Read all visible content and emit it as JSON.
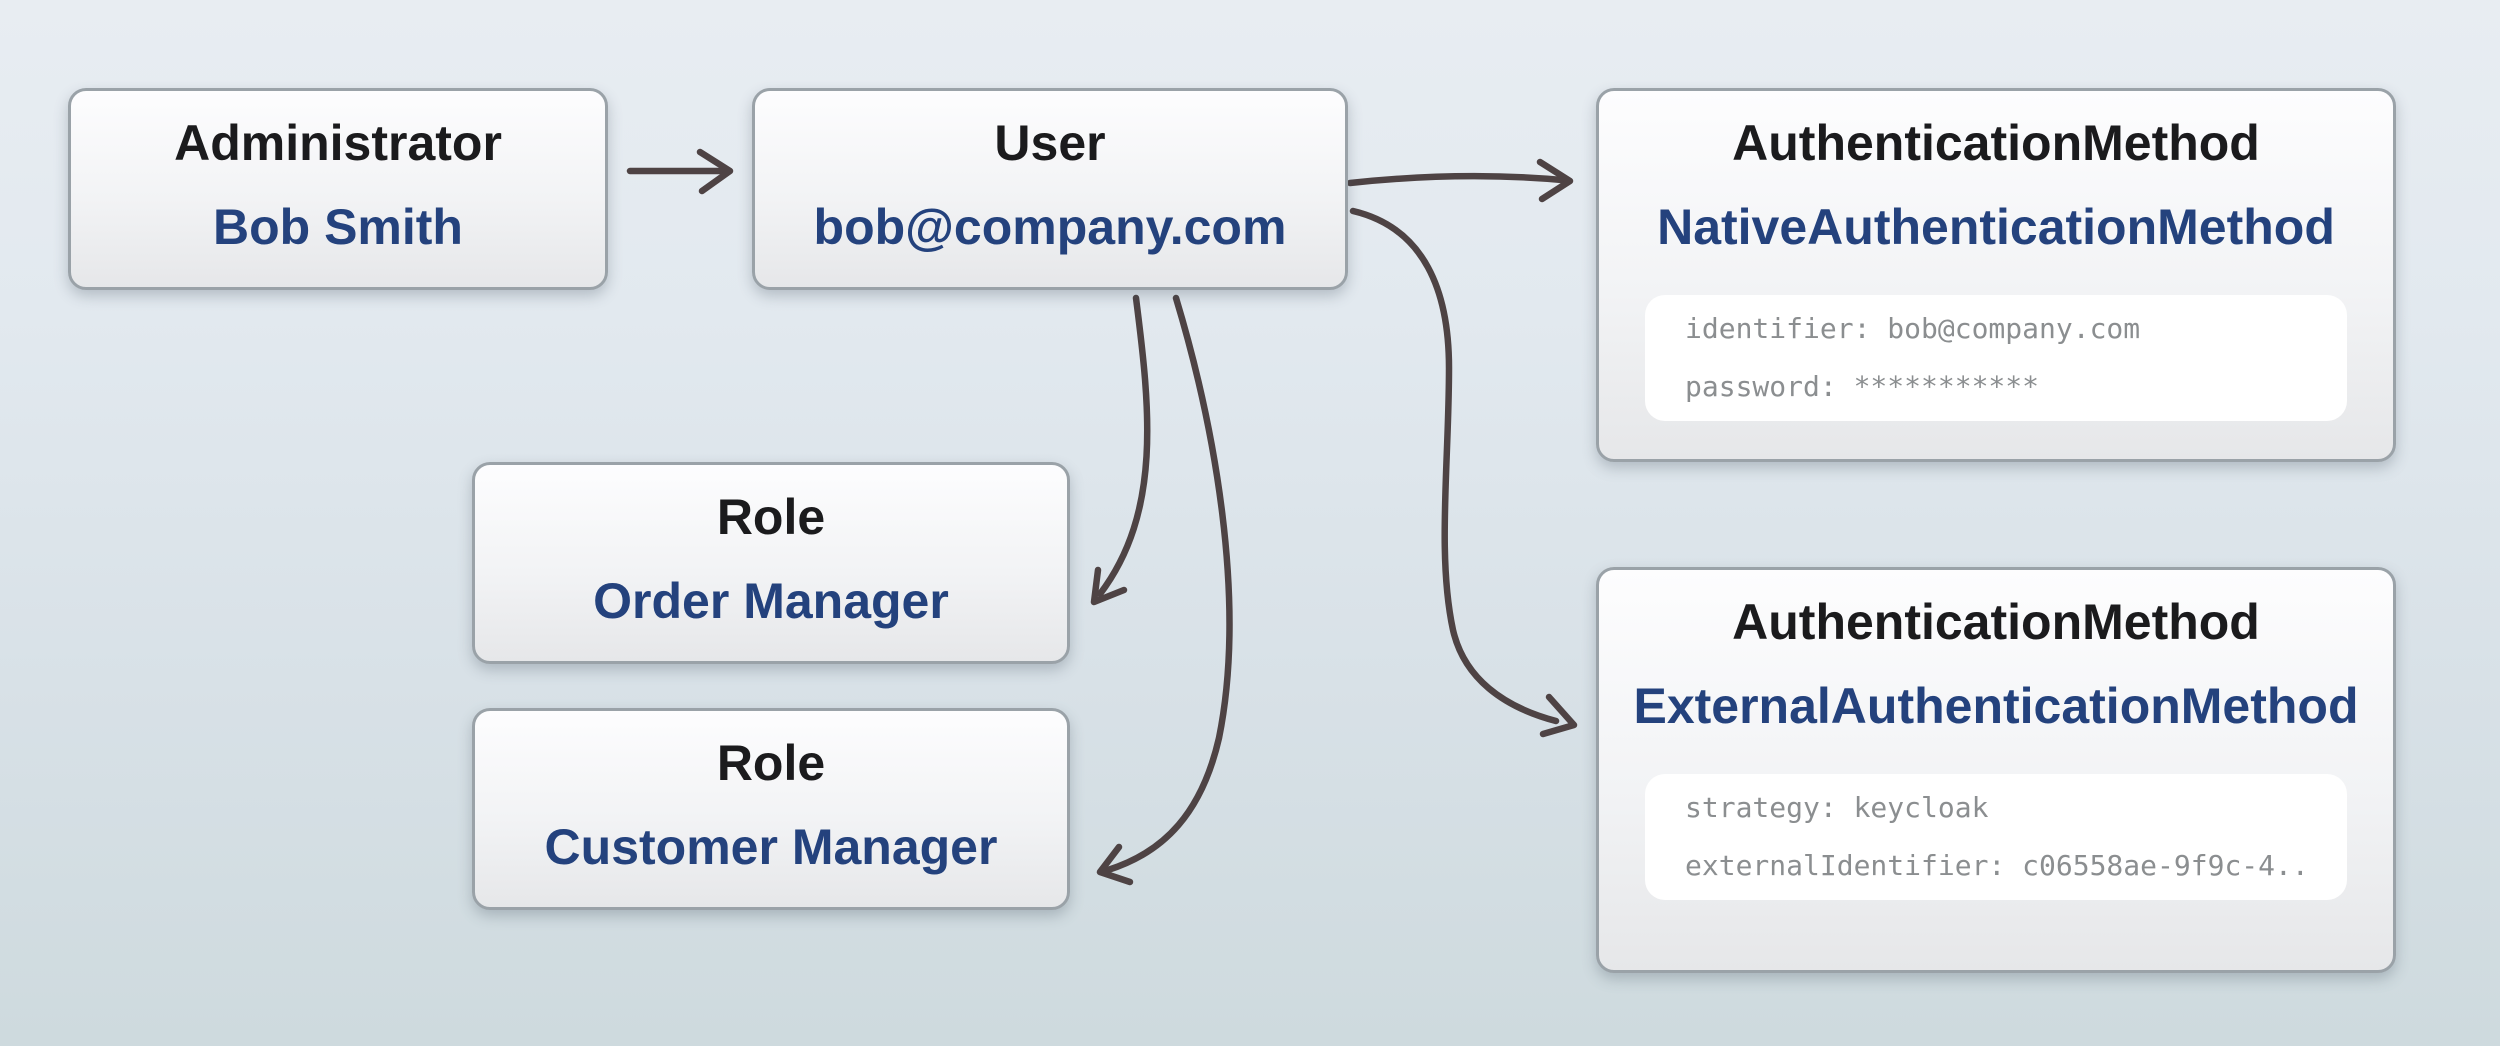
{
  "canvas": {
    "background_top": "#e8edf2",
    "background_bottom": "#cedade",
    "box_border_color": "#9aa2a8",
    "type_text_color": "#1b1b1d",
    "label_text_color": "#24427d",
    "attribute_text_color": "#8b8e90",
    "arrow_color": "#4e4344"
  },
  "nodes": {
    "administrator": {
      "type": "Administrator",
      "label": "Bob Smith"
    },
    "user": {
      "type": "User",
      "label": "bob@company.com"
    },
    "native_auth": {
      "type": "AuthenticationMethod",
      "label": "NativeAuthenticationMethod",
      "attributes": [
        "identifier: bob@company.com",
        "password: ***********"
      ]
    },
    "role_order": {
      "type": "Role",
      "label": "Order Manager"
    },
    "role_customer": {
      "type": "Role",
      "label": "Customer Manager"
    },
    "external_auth": {
      "type": "AuthenticationMethod",
      "label": "ExternalAuthenticationMethod",
      "attributes": [
        "strategy: keycloak",
        "externalIdentifier: c06558ae-9f9c-4..."
      ]
    }
  },
  "edges": [
    {
      "from": "administrator",
      "to": "user"
    },
    {
      "from": "user",
      "to": "native_auth"
    },
    {
      "from": "user",
      "to": "role_order"
    },
    {
      "from": "user",
      "to": "role_customer"
    },
    {
      "from": "user",
      "to": "external_auth"
    }
  ]
}
